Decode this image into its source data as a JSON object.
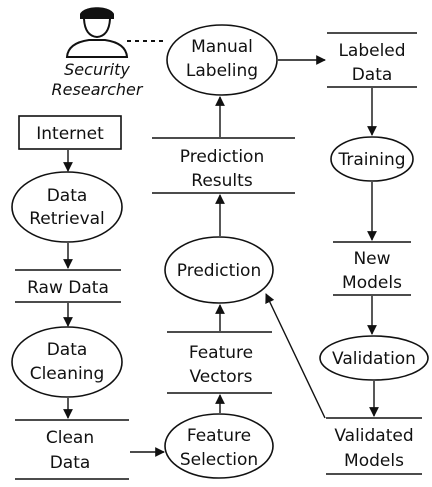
{
  "actor": {
    "label_line1": "Security",
    "label_line2": "Researcher",
    "icon": "person-icon"
  },
  "nodes": {
    "internet": "Internet",
    "data_retrieval": [
      "Data",
      "Retrieval"
    ],
    "raw_data": "Raw Data",
    "data_cleaning": [
      "Data",
      "Cleaning"
    ],
    "clean_data": [
      "Clean",
      "Data"
    ],
    "feature_selection": [
      "Feature",
      "Selection"
    ],
    "feature_vectors": [
      "Feature",
      "Vectors"
    ],
    "prediction": "Prediction",
    "prediction_results": [
      "Prediction",
      "Results"
    ],
    "manual_labeling": [
      "Manual",
      "Labeling"
    ],
    "labeled_data": [
      "Labeled",
      "Data"
    ],
    "training": "Training",
    "new_models": [
      "New",
      "Models"
    ],
    "validation": "Validation",
    "validated_models": [
      "Validated",
      "Models"
    ]
  }
}
